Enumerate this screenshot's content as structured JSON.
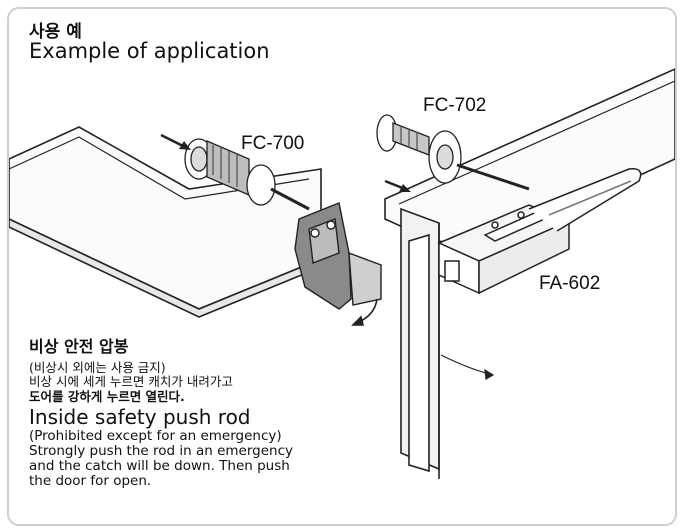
{
  "header": {
    "title_ko": "사용 예",
    "title_en": "Example of application"
  },
  "labels": {
    "fc700": "FC-700",
    "fc702": "FC-702",
    "fa602": "FA-602"
  },
  "notes": {
    "heading_ko": "비상 안전 압봉",
    "line1_ko": "(비상시 외에는 사용 금지)",
    "line2_ko": "비상 시에 세게 누르면 캐치가 내려가고",
    "line3_ko": "도어를 강하게 누르면 열린다.",
    "heading_en": "Inside safety push rod",
    "line1_en": "(Prohibited except for an emergency)",
    "line2_en": "Strongly push the rod in an emergency",
    "line3_en": "and the catch will be down. Then push",
    "line4_en": "the door for open."
  }
}
